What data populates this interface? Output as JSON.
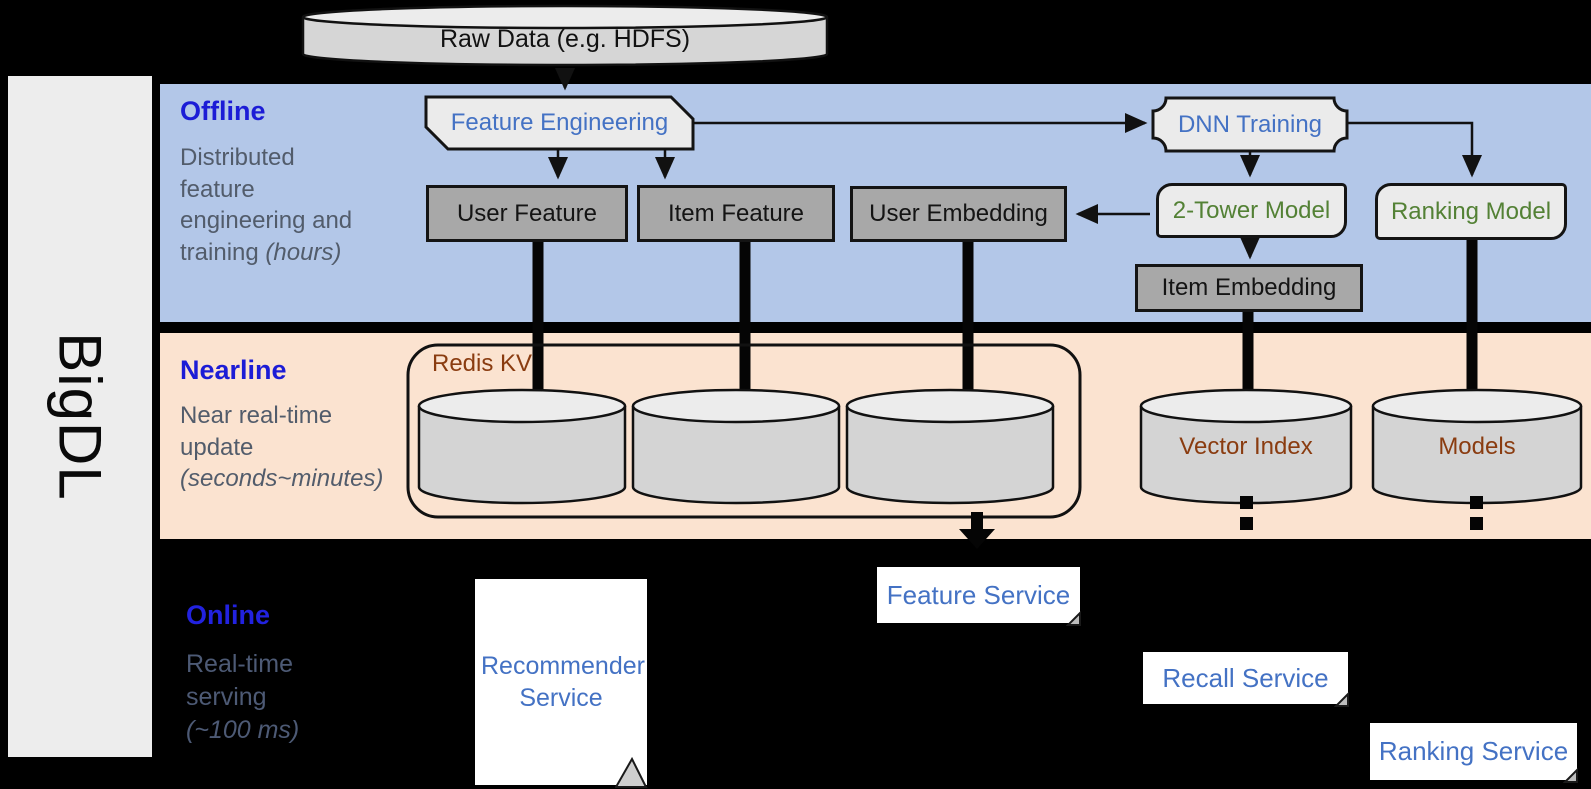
{
  "brand": "BigDL",
  "raw_data": "Raw Data (e.g. HDFS)",
  "offline": {
    "title": "Offline",
    "desc": "Distributed feature engineering and training",
    "desc_note": "(hours)"
  },
  "nearline": {
    "title": "Nearline",
    "desc": "Near real-time update",
    "desc_note": "(seconds~minutes)",
    "redis": "Redis KV",
    "vector_index": "Vector Index",
    "models": "Models"
  },
  "online": {
    "title": "Online",
    "desc": "Real-time serving",
    "desc_note": "(~100 ms)"
  },
  "nodes": {
    "feature_engineering": "Feature Engineering",
    "dnn_training": "DNN Training",
    "user_feature": "User Feature",
    "item_feature": "Item Feature",
    "user_embedding": "User Embedding",
    "two_tower_model": "2-Tower Model",
    "ranking_model": "Ranking Model",
    "item_embedding": "Item Embedding"
  },
  "services": {
    "recommender": "Recommender Service",
    "feature": "Feature Service",
    "recall": "Recall Service",
    "ranking": "Ranking Service"
  },
  "colors": {
    "offline_band": "#b3c7e8",
    "nearline_band": "#fbe3d0",
    "node_text_blue": "#4472c4",
    "node_text_green": "#538135",
    "store_text_brown": "#8a3c10",
    "section_title_blue": "#1c1cd6",
    "muted_text_slate": "#525c6b",
    "dark_box_gray": "#a8a8a8",
    "light_box_gray": "#ebebeb"
  }
}
